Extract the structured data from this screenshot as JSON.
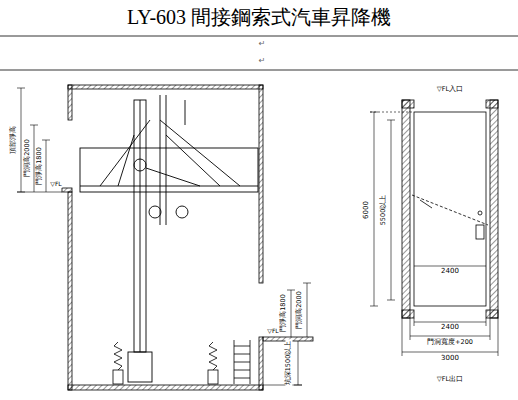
{
  "diagram": {
    "title": "LY-603 間接鋼索式汽車昇降機",
    "labels": [
      "▽FL",
      "頂部淨高",
      "門洞高2000",
      "門淨高1800",
      "▽FL",
      "門淨高1800",
      "門洞高2000",
      "坑深1500以上",
      "▽FL入口",
      "6000",
      "5500以上",
      "2400",
      "2400",
      "門洞寬度+200",
      "3000",
      "▽FL出口",
      "↵",
      "↵"
    ]
  }
}
